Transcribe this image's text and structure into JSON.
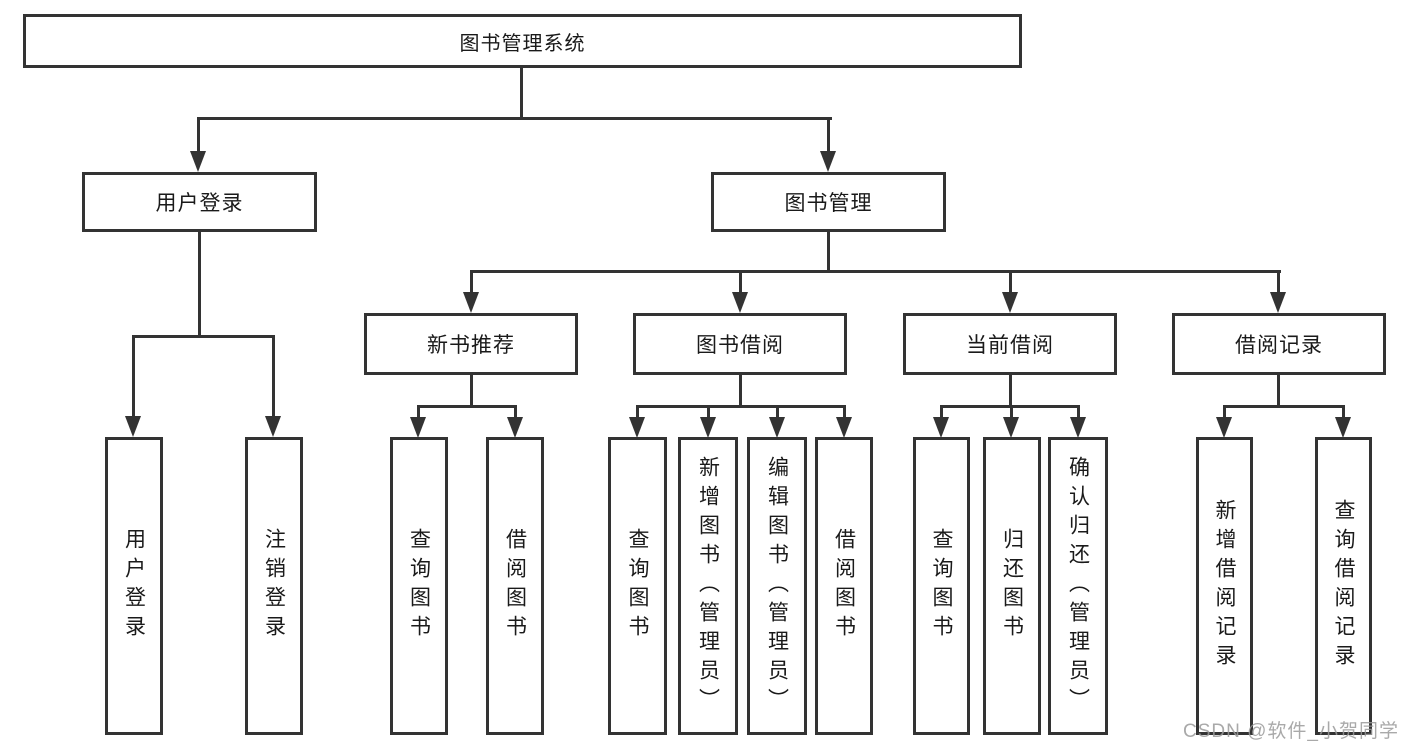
{
  "colors": {
    "background": "#ffffff",
    "line": "#333333",
    "text": "#1a1a1a",
    "watermark_gray": "#9b9b9b"
  },
  "watermark": {
    "text": "CSDN @软件_小贺同学"
  },
  "tree": {
    "label": "图书管理系统",
    "children": [
      {
        "label": "用户登录",
        "children": [
          {
            "label": "用户登录"
          },
          {
            "label": "注销登录"
          }
        ]
      },
      {
        "label": "图书管理",
        "children": [
          {
            "label": "新书推荐",
            "children": [
              {
                "label": "查询图书"
              },
              {
                "label": "借阅图书"
              }
            ]
          },
          {
            "label": "图书借阅",
            "children": [
              {
                "label": "查询图书"
              },
              {
                "label": "新增图书（管理员）"
              },
              {
                "label": "编辑图书（管理员）"
              },
              {
                "label": "借阅图书"
              }
            ]
          },
          {
            "label": "当前借阅",
            "children": [
              {
                "label": "查询图书"
              },
              {
                "label": "归还图书"
              },
              {
                "label": "确认归还（管理员）"
              }
            ]
          },
          {
            "label": "借阅记录",
            "children": [
              {
                "label": "新增借阅记录"
              },
              {
                "label": "查询借阅记录"
              }
            ]
          }
        ]
      }
    ]
  }
}
